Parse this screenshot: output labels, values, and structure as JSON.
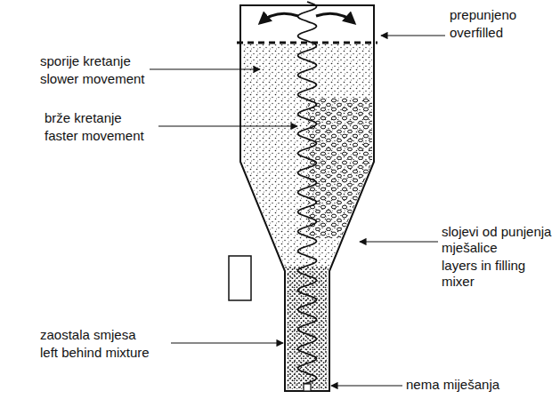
{
  "diagram": {
    "labels": [
      "prepunjeno",
      "overfilled",
      "sporije kretanje",
      "slower movement",
      "brže kretanje",
      "faster movement",
      "slojevi od punjenja mješalice",
      "layers in filling mixer",
      "zaostala smjesa",
      "left behind mixture",
      "nema miješanja"
    ]
  }
}
